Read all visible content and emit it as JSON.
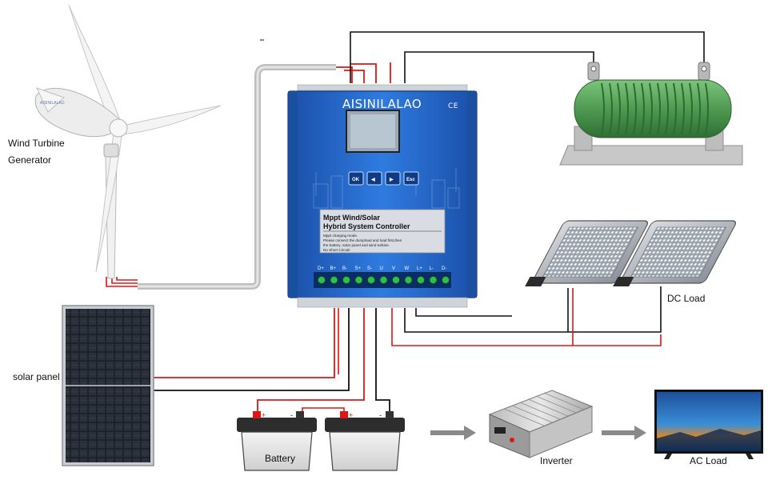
{
  "labels": {
    "wind_turbine_line1": "Wind Turbine",
    "wind_turbine_line2": "Generator",
    "solar_panel": "solar panel",
    "battery": "Battery",
    "inverter": "Inverter",
    "ac_load": "AC Load",
    "dc_load": "DC Load"
  },
  "controller": {
    "brand": "AISINILALAO",
    "ce_mark": "CE",
    "title_line1": "Mppt Wind/Solar",
    "title_line2": "Hybrid System Controller",
    "note_line1": "Mppt charging mode.",
    "note_line2": "Please connect the dumpload and load first,then",
    "note_line3": "the battery ,solar panel and wind turbine.",
    "note_line4": "No Short Circuit!",
    "buttons": [
      "OK",
      "◀",
      "▶",
      "Esc"
    ],
    "terminals": [
      "D+",
      "B+",
      "B-",
      "S+",
      "S-",
      "U",
      "V",
      "W",
      "L+",
      "L-",
      "D-"
    ]
  },
  "battery_marks": {
    "plus": "+",
    "minus": "-"
  },
  "colors": {
    "controller_blue": "#1f66c9",
    "wire_red": "#e01616",
    "wire_black": "#111111",
    "resistor_green": "#4f9a52",
    "tv_screen": "#1f5fae"
  }
}
